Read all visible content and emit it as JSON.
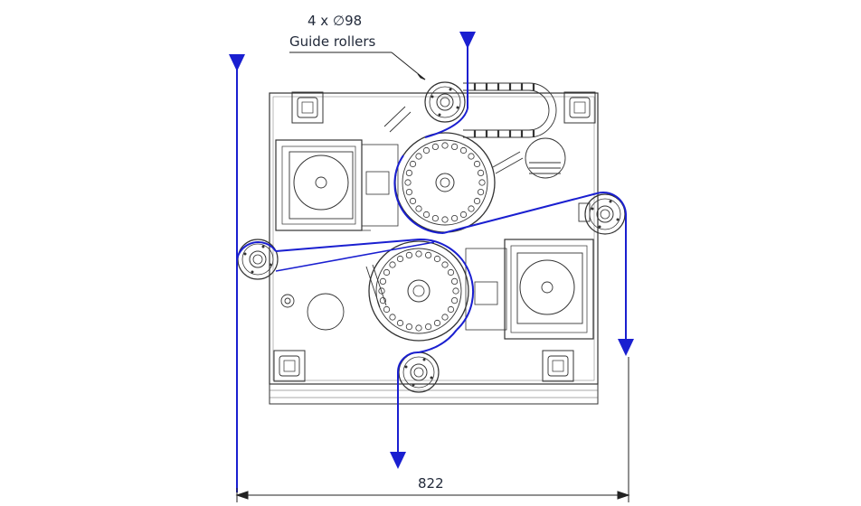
{
  "callout": {
    "count_label": "4 x",
    "diameter_symbol": "∅",
    "diameter_value": "98",
    "name": "Guide rollers"
  },
  "dimension": {
    "overall_width": "822"
  },
  "colors": {
    "web_path": "#1a1fd0",
    "line": "#333333",
    "dimension": "#222222"
  }
}
